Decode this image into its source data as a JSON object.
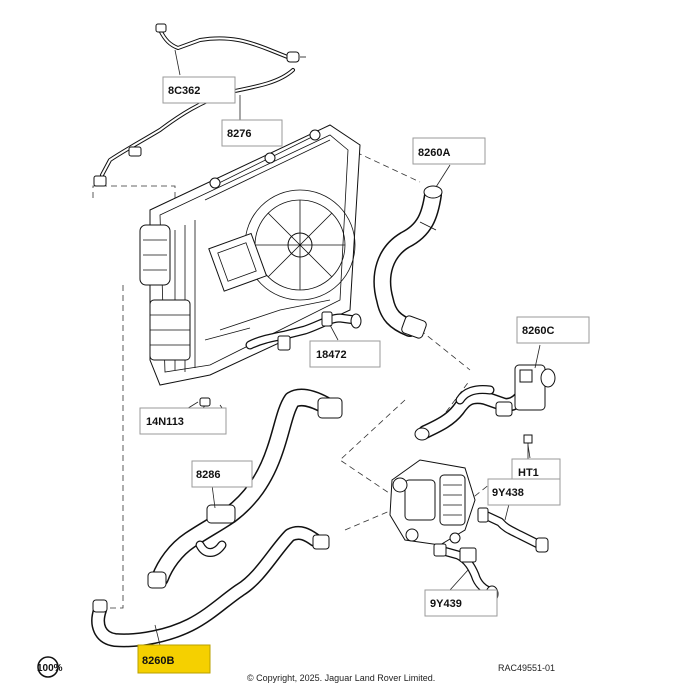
{
  "callouts": {
    "c8c362": "8C362",
    "c8276": "8276",
    "c8260a": "8260A",
    "c8260c": "8260C",
    "c18472": "18472",
    "c14n113": "14N113",
    "cht1": "HT1",
    "c8286": "8286",
    "c9y438": "9Y438",
    "c9y439": "9Y439",
    "c8260b": "8260B"
  },
  "highlight_color": "#f5d000",
  "footer": {
    "zoom": "100%",
    "copyright": "© Copyright, 2025. Jaguar Land Rover Limited.",
    "ref": "RAC49551-01"
  }
}
